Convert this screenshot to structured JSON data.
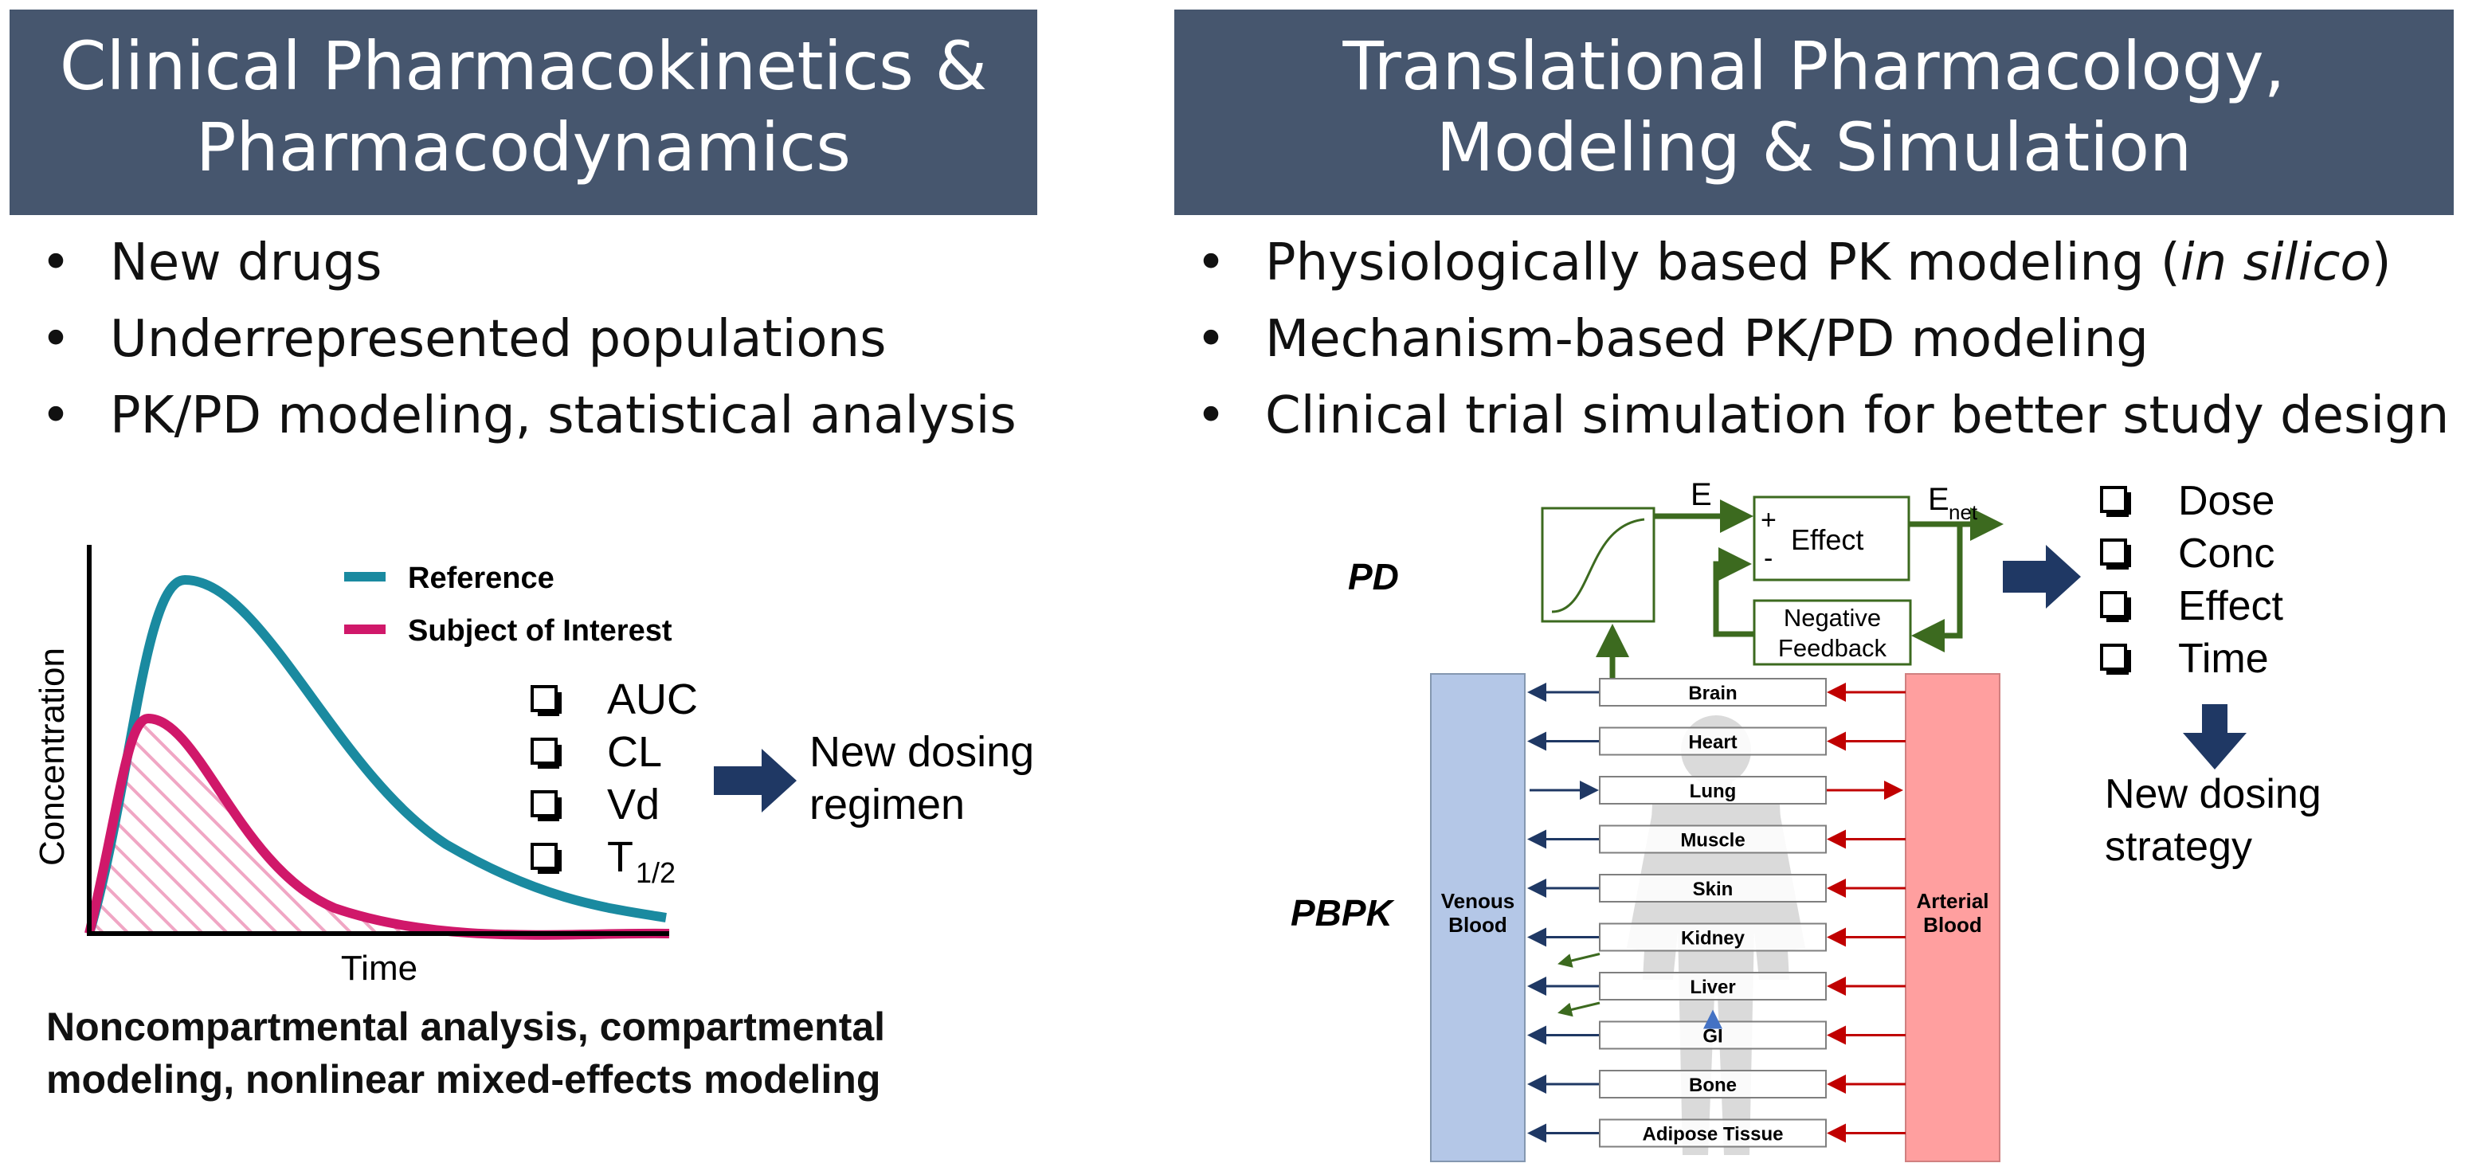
{
  "left_panel": {
    "title_lines": [
      "Clinical Pharmacokinetics &",
      "Pharmacodynamics"
    ],
    "bullets": [
      "New drugs",
      "Underrepresented populations",
      "PK/PD modeling, statistical analysis"
    ],
    "chart": {
      "ylabel": "Concentration",
      "xlabel": "Time",
      "legend": [
        "Reference",
        "Subject of Interest"
      ],
      "series_colors": {
        "Reference": "#1a8aa0",
        "Subject of Interest": "#d0186a"
      },
      "checklist": [
        "AUC",
        "CL",
        "Vd",
        "T"
      ],
      "t_half_subscript": "1/2",
      "arrow_text_lines": [
        "New dosing",
        "regimen"
      ]
    },
    "caption_lines": [
      "Noncompartmental analysis, compartmental",
      "modeling, nonlinear mixed-effects modeling"
    ]
  },
  "right_panel": {
    "title_lines": [
      "Translational Pharmacology,",
      "Modeling & Simulation"
    ],
    "bullets": [
      "Physiologically based PK modeling (",
      "in silico",
      ")",
      "Mechanism-based PK/PD modeling",
      "Clinical trial simulation for better study design"
    ],
    "diagram": {
      "pd_label": "PD",
      "pbpk_label": "PBPK",
      "e_label": "E",
      "enet_label": "E",
      "enet_sub": "net",
      "effect_label": "Effect",
      "plus": "+",
      "minus": "-",
      "feedback_lines": [
        "Negative",
        "Feedback"
      ],
      "venous_lines": [
        "Venous",
        "Blood"
      ],
      "arterial_lines": [
        "Arterial",
        "Blood"
      ],
      "organs": [
        "Brain",
        "Heart",
        "Lung",
        "Muscle",
        "Skin",
        "Kidney",
        "Liver",
        "GI",
        "Bone",
        "Adipose Tissue"
      ],
      "checklist": [
        "Dose",
        "Conc",
        "Effect",
        "Time"
      ],
      "outcome_lines": [
        "New dosing",
        "strategy"
      ],
      "colors": {
        "venous": "#b4c7e7",
        "arterial": "#ff9f9f",
        "green": "#3c6a1f",
        "navy": "#1f3864",
        "red": "#c00000"
      }
    }
  }
}
